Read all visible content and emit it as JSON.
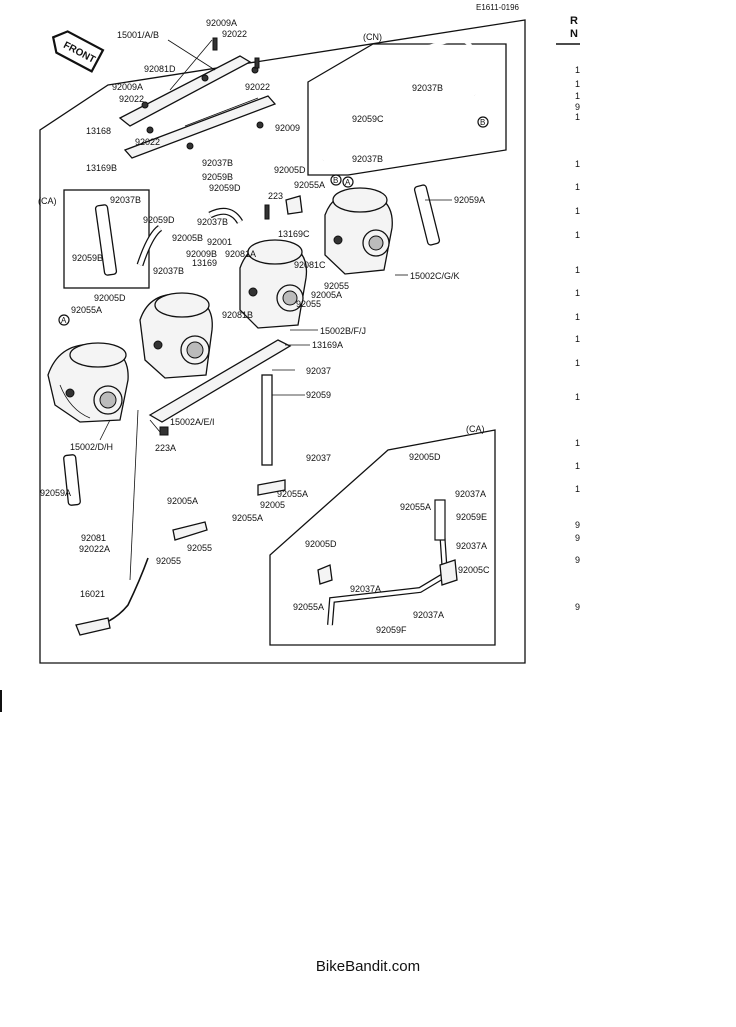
{
  "catalog_code": "E1611-0196",
  "front_badge": "FRONT",
  "group_labels": {
    "ca_left": "(CA)",
    "cn": "(CN)",
    "ca_right": "(CA)"
  },
  "circle_markers": [
    "A",
    "A",
    "B",
    "B"
  ],
  "side_header": [
    "R",
    "N"
  ],
  "side_column": [
    "1",
    "1",
    "1",
    "9",
    "1",
    "1",
    "1",
    "1",
    "1",
    "1",
    "1",
    "1",
    "1",
    "1",
    "1",
    "1",
    "1",
    "1",
    "9",
    "9",
    "9",
    "9"
  ],
  "part_labels": [
    "15001/A/B",
    "92009A",
    "92022",
    "92081D",
    "92009A",
    "92022",
    "92022",
    "92009",
    "13168",
    "92022",
    "13169B",
    "92037B",
    "92059B",
    "92059D",
    "92005D",
    "223",
    "92055A",
    "92037B",
    "92059C",
    "92037B",
    "92059A",
    "92037B",
    "92059D",
    "92005B",
    "92037B",
    "92001",
    "92009B",
    "92081A",
    "13169C",
    "92059B",
    "92037B",
    "13169",
    "92081C",
    "92055",
    "92005A",
    "92055",
    "15002C/G/K",
    "92005D",
    "92055A",
    "92081B",
    "15002B/F/J",
    "13169A",
    "92037",
    "92059",
    "15002A/E/I",
    "223A",
    "92037",
    "92055A",
    "92005",
    "92055A",
    "15002/D/H",
    "92059A",
    "92005A",
    "92081",
    "92022A",
    "92055",
    "92055",
    "16021",
    "92005D",
    "92037A",
    "92055A",
    "92059E",
    "92005D",
    "92037A",
    "92005C",
    "92055A",
    "92037A",
    "92037A",
    "92059F"
  ],
  "footer": "BikeBandit.com"
}
